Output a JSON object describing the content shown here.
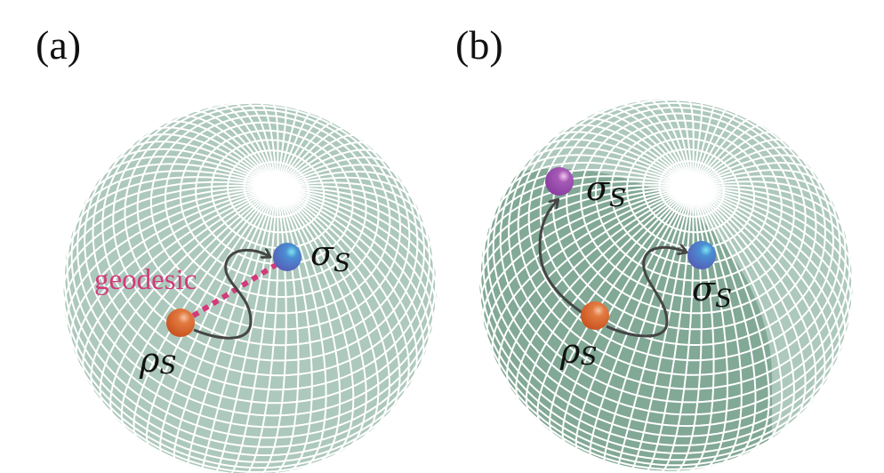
{
  "figure": {
    "panels": [
      {
        "label": "(a)",
        "sphere_color": "#adc8bc",
        "grid_color": "#ffffff",
        "points": [
          {
            "name": "rho",
            "symbol": "ρ",
            "subscript": "S",
            "color": "#d9622a"
          },
          {
            "name": "sigma",
            "symbol": "σ",
            "subscript": "S",
            "color": "#5a6abf"
          }
        ],
        "geodesic_label": "geodesic",
        "geodesic_color": "#d23a7a",
        "path_color": "#454545"
      },
      {
        "label": "(b)",
        "sphere_color": "#adc8bc",
        "region_color": "#82a896",
        "grid_color": "#ffffff",
        "points": [
          {
            "name": "rho",
            "symbol": "ρ",
            "subscript": "S",
            "color": "#d9622a"
          },
          {
            "name": "sigma-purple",
            "symbol": "σ",
            "subscript": "S",
            "color": "#9a44a8"
          },
          {
            "name": "sigma-blue",
            "symbol": "σ",
            "subscript": "S",
            "color": "#5a6abf"
          }
        ],
        "path_color": "#454545"
      }
    ]
  }
}
